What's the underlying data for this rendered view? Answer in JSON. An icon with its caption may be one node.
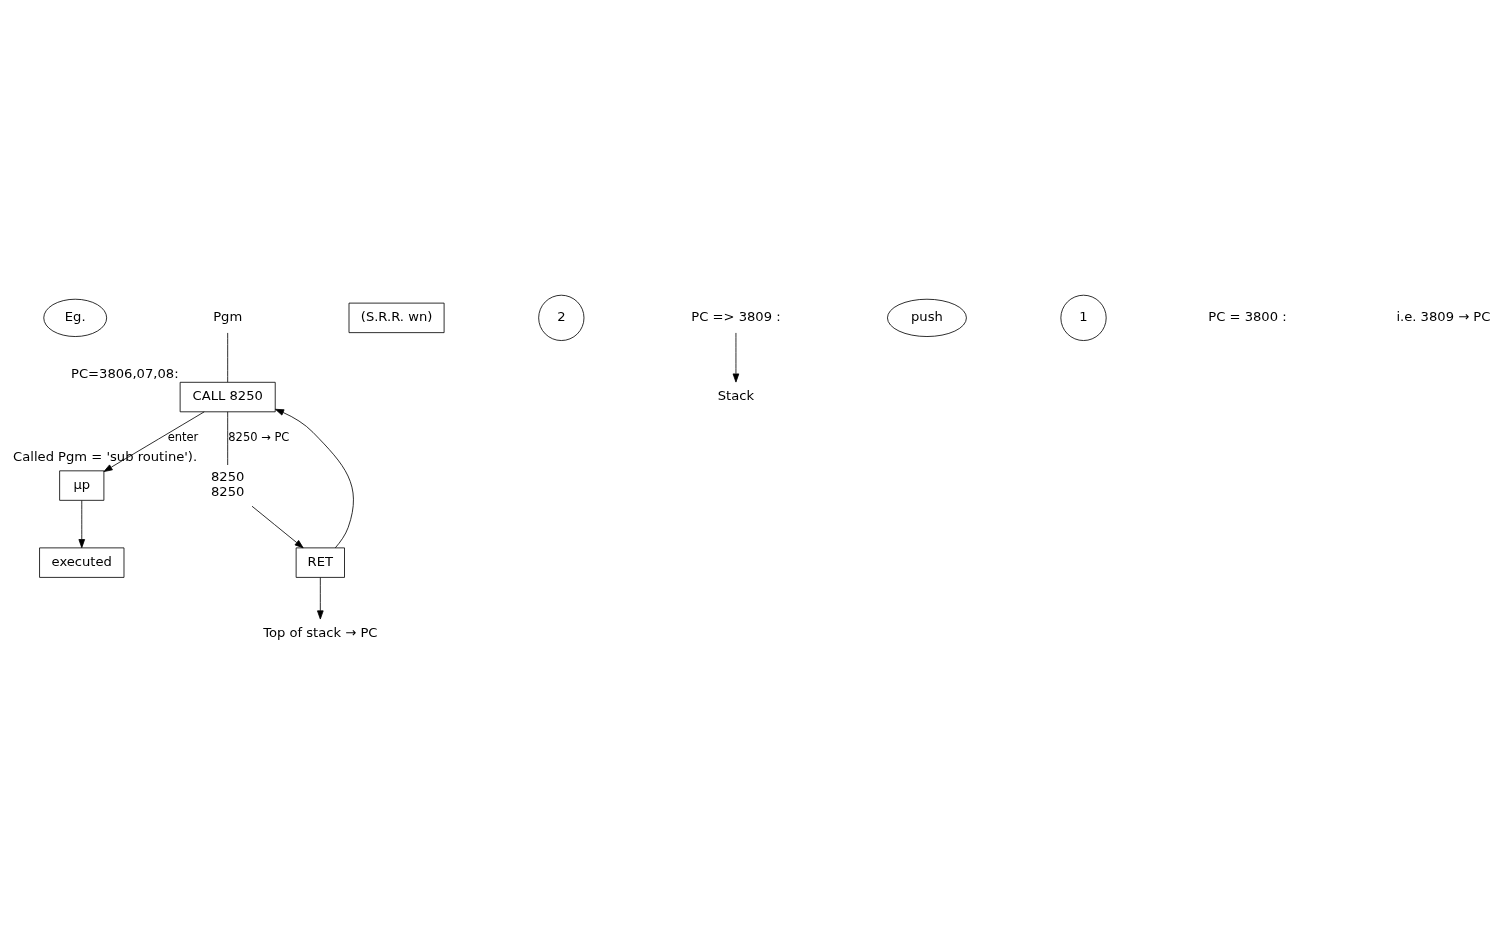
{
  "diagram": {
    "nodes": [
      {
        "text": [
          "Eg."
        ]
      },
      {
        "text": [
          "Pgm"
        ]
      },
      {
        "text": [
          "(S.R.R. wn)"
        ]
      },
      {
        "text": [
          "CALL 8250"
        ],
        "beside": [
          "PC=3806,07,08:"
        ]
      },
      {
        "text": [
          "μp"
        ]
      },
      {
        "text": [
          "executed"
        ]
      },
      {
        "text": [
          "2"
        ]
      },
      {
        "text": [
          "8250",
          "8250"
        ],
        "beside": [
          "Called Pgm = 'sub routine')."
        ]
      },
      {
        "text": [
          "PC => 3809 :"
        ]
      },
      {
        "text": [
          "push"
        ]
      },
      {
        "text": [
          "1"
        ]
      },
      {
        "text": [
          "Stack"
        ]
      },
      {
        "text": [
          "RET"
        ]
      },
      {
        "text": [
          "Top of stack → PC"
        ]
      }
    ],
    "edges": [
      {
        "from": 1,
        "to": 3,
        "arrow": "none"
      },
      {
        "from": 3,
        "to": 4,
        "arrow": "to",
        "label": "enter"
      },
      {
        "from": 4,
        "to": 5,
        "arrow": "to"
      },
      {
        "from": 3,
        "to": 7,
        "arrow": "none",
        "label": "8250 → PC"
      },
      {
        "from": 7,
        "to": 12,
        "arrow": "to"
      },
      {
        "from": 12,
        "to": 3,
        "arrow": "to"
      },
      {
        "from": 12,
        "to": 13,
        "arrow": "to"
      },
      {
        "from": 8,
        "to": 11,
        "arrow": "to"
      }
    ],
    "labels": [
      "PC = 3800 :",
      "i.e. 3809 → PC"
    ]
  }
}
